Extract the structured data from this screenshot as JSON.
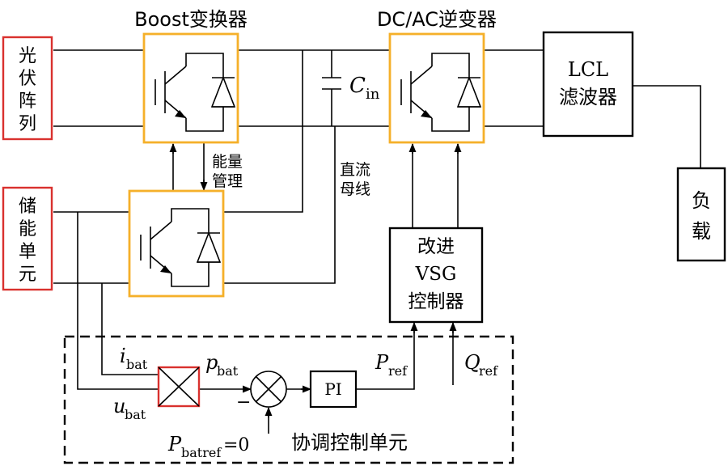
{
  "boost_title": "Boost变换器",
  "inverter_title": "DC/AC逆变器",
  "pv": [
    "光",
    "伏",
    "阵",
    "列"
  ],
  "storage": [
    "储",
    "能",
    "单",
    "元"
  ],
  "load": [
    "负",
    "载"
  ],
  "lcl": [
    "LCL",
    "滤波器"
  ],
  "cin": {
    "main": "C",
    "sub": "in"
  },
  "energy_mgmt": [
    "能量",
    "管理"
  ],
  "dc_bus": [
    "直流",
    "母线"
  ],
  "vsg": [
    "改进",
    "VSG",
    "控制器"
  ],
  "ibat": {
    "main": "i",
    "sub": "bat"
  },
  "ubat": {
    "main": "u",
    "sub": "bat"
  },
  "pbat": {
    "main": "p",
    "sub": "bat"
  },
  "pref": {
    "main": "P",
    "sub": "ref"
  },
  "qref": {
    "main": "Q",
    "sub": "ref"
  },
  "pbatref": {
    "main": "P",
    "sub": "batref",
    "tail": "=0"
  },
  "minus": "−",
  "pi": "PI",
  "coord_unit": "协调控制单元",
  "colors": {
    "converter": "#f5b02a",
    "source_box": "#d9312e",
    "line": "#000000"
  }
}
